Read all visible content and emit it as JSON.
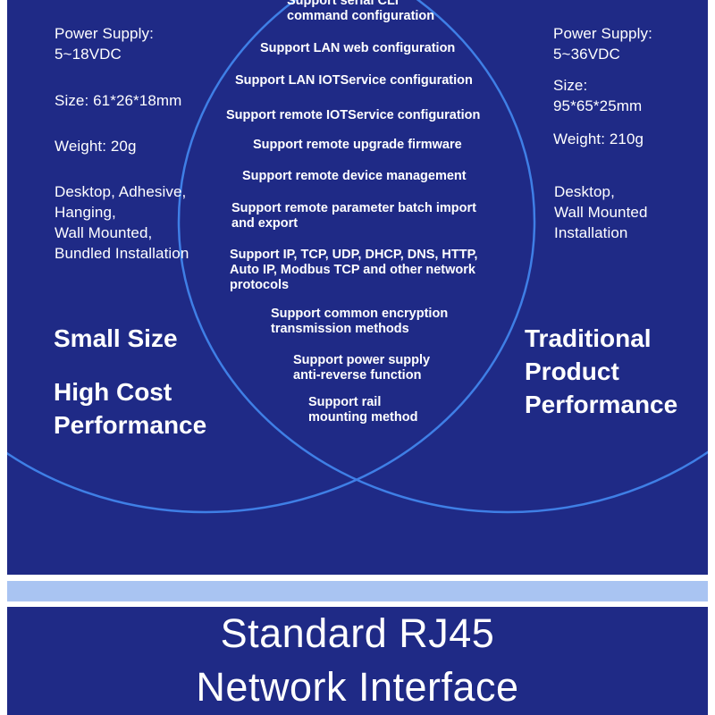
{
  "left_specs": {
    "power_supply": [
      "Power Supply:",
      "5~18VDC"
    ],
    "size": "Size: 61*26*18mm",
    "weight": "Weight: 20g",
    "installation": [
      "Desktop, Adhesive,",
      "Hanging,",
      "Wall Mounted,",
      "Bundled Installation"
    ]
  },
  "left_highlights": {
    "small_size": "Small Size",
    "high_cost": [
      "High Cost",
      "Performance"
    ]
  },
  "right_specs": {
    "power_supply": [
      "Power Supply:",
      "5~36VDC"
    ],
    "size": [
      "Size:",
      "95*65*25mm"
    ],
    "weight": "Weight: 210g",
    "installation": [
      "Desktop,",
      "Wall Mounted",
      "Installation"
    ]
  },
  "right_highlights": {
    "traditional": [
      "Traditional",
      "Product",
      "Performance"
    ]
  },
  "features": [
    [
      "Support serial CLI",
      "command configuration"
    ],
    [
      "Support LAN web configuration"
    ],
    [
      "Support LAN IOTService configuration"
    ],
    [
      "Support remote IOTService configuration"
    ],
    [
      "Support remote upgrade firmware"
    ],
    [
      "Support remote device management"
    ],
    [
      "Support remote parameter batch import",
      "and export"
    ],
    [
      "Support IP, TCP, UDP, DHCP, DNS, HTTP,",
      "Auto IP, Modbus TCP and other network",
      "protocols"
    ],
    [
      "Support common encryption",
      "transmission methods"
    ],
    [
      "Support power supply",
      "anti-reverse function"
    ],
    [
      "Support rail",
      "mounting method"
    ]
  ],
  "banner": {
    "line1": "Standard RJ45",
    "line2": "Network Interface"
  },
  "colors": {
    "panel_bg": "#1f2a86",
    "circle_stroke": "#3f7fe6",
    "band": "#a9c4f2",
    "text": "#ffffff"
  }
}
